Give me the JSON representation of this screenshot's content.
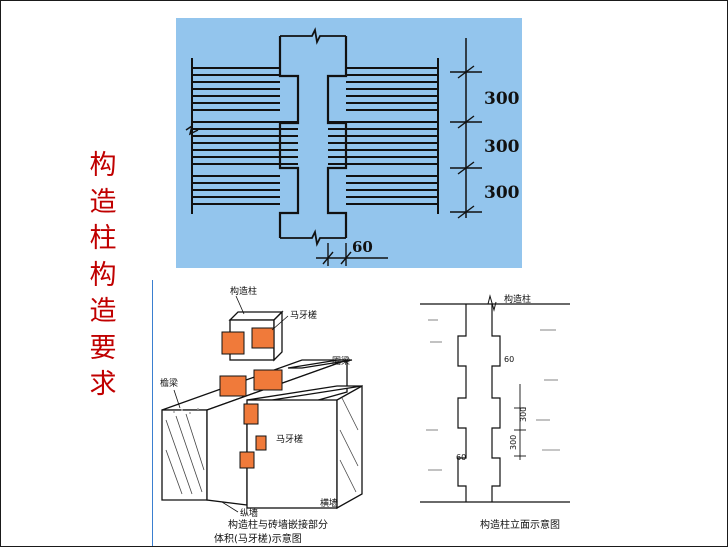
{
  "title": {
    "chars": [
      "构",
      "造",
      "柱",
      "构",
      "造",
      "要",
      "求"
    ],
    "color": "#c00000"
  },
  "top_diagram": {
    "background": "#93c5ed",
    "dims": [
      "300",
      "300",
      "300"
    ],
    "bottom_dim": "60"
  },
  "iso_diagram": {
    "label_column": "构造柱",
    "label_teeth_top": "马牙槎",
    "label_ring_beam": "圈梁",
    "label_lintel": "檐梁",
    "label_teeth_mid": "马牙槎",
    "label_wall_front": "横墙",
    "label_wall_left": "纵墙",
    "caption_line1": "构造柱与砖墙嵌接部分",
    "caption_line2": "体积(马牙槎)示意图",
    "accent": "#f07a3a"
  },
  "elev_diagram": {
    "label_column": "构造柱",
    "dim_60_top": "60",
    "dim_300_a": "300",
    "dim_300_b": "300",
    "dim_60_bottom": "60",
    "caption": "构造柱立面示意图"
  }
}
